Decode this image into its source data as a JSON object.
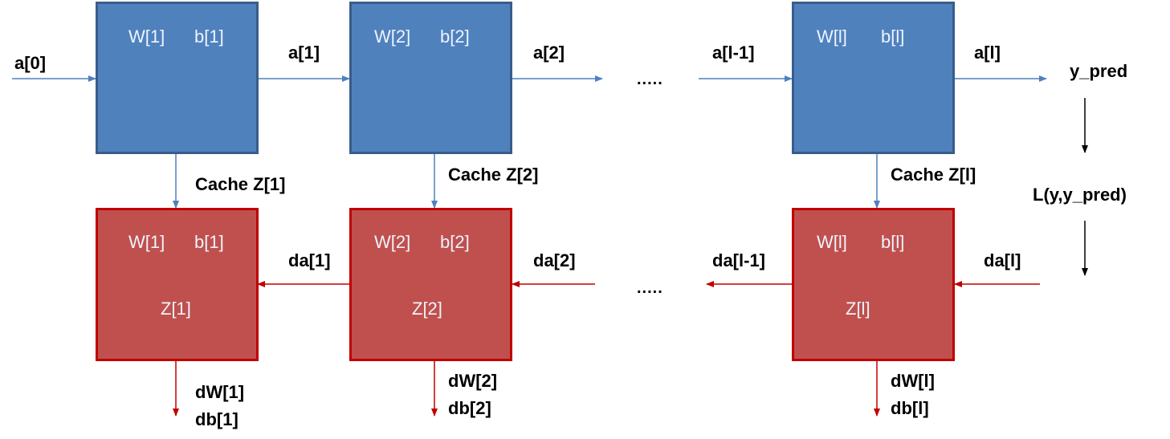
{
  "forward": {
    "boxes": [
      {
        "w": "W[1]",
        "b": "b[1]"
      },
      {
        "w": "W[2]",
        "b": "b[2]"
      },
      {
        "w": "W[l]",
        "b": "b[l]"
      }
    ],
    "labels": {
      "a0": "a[0]",
      "a1": "a[1]",
      "a2": "a[2]",
      "alm1": "a[l-1]",
      "al": "a[l]",
      "ypred": "y_pred",
      "dots": "....."
    }
  },
  "cache": [
    "Cache Z[1]",
    "Cache Z[2]",
    "Cache Z[l]"
  ],
  "loss": "L(y,y_pred)",
  "backward": {
    "boxes": [
      {
        "w": "W[1]",
        "b": "b[1]",
        "z": "Z[1]"
      },
      {
        "w": "W[2]",
        "b": "b[2]",
        "z": "Z[2]"
      },
      {
        "w": "W[l]",
        "b": "b[l]",
        "z": "Z[l]"
      }
    ],
    "labels": {
      "da1": "da[1]",
      "da2": "da[2]",
      "dalm1": "da[l-1]",
      "dal": "da[l]",
      "dots": "....."
    },
    "grads": [
      {
        "dw": "dW[1]",
        "db": "db[1]"
      },
      {
        "dw": "dW[2]",
        "db": "db[2]"
      },
      {
        "dw": "dW[l]",
        "db": "db[l]"
      }
    ]
  },
  "colors": {
    "forward_fill": "#4f81bd",
    "forward_border": "#385d8a",
    "backward_fill": "#c0504d",
    "backward_border": "#c00000",
    "forward_arrow": "#4f81bd",
    "backward_arrow": "#c00000",
    "loss_arrow": "#000000"
  }
}
